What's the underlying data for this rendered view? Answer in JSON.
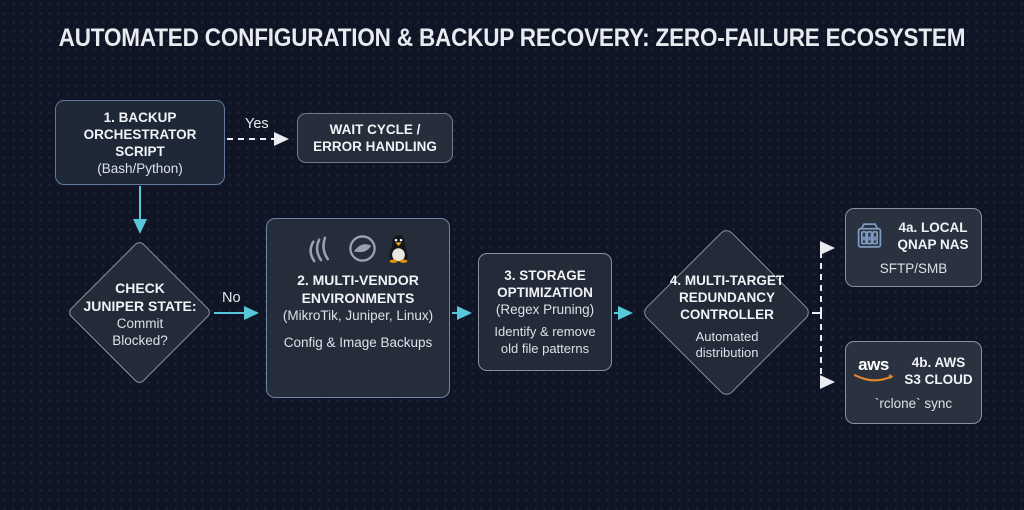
{
  "title": "AUTOMATED CONFIGURATION & BACKUP RECOVERY: ZERO-FAILURE ECOSYSTEM",
  "edges": {
    "yes": "Yes",
    "no": "No"
  },
  "nodes": {
    "orchestrator": {
      "heading": "1. BACKUP ORCHESTRATOR SCRIPT",
      "sub": "(Bash/Python)"
    },
    "wait": {
      "heading": "WAIT CYCLE / ERROR HANDLING"
    },
    "check": {
      "heading_lines": [
        "CHECK",
        "JUNIPER STATE:"
      ],
      "sub_lines": [
        "Commit",
        "Blocked?"
      ]
    },
    "multivendor": {
      "heading": "2. MULTI-VENDOR ENVIRONMENTS",
      "sub": "(MikroTik, Juniper, Linux)",
      "note": "Config & Image Backups",
      "icons": [
        "mikrotik-icon",
        "juniper-icon",
        "linux-tux-icon"
      ]
    },
    "storage": {
      "heading": "3. STORAGE OPTIMIZATION",
      "sub": "(Regex Pruning)",
      "note": "Identify & remove old file patterns"
    },
    "controller": {
      "heading_lines": [
        "4. MULTI-TARGET",
        "REDUNDANCY",
        "CONTROLLER"
      ],
      "sub_lines": [
        "Automated",
        "distribution"
      ]
    },
    "nas": {
      "heading": "4a. LOCAL QNAP NAS",
      "sub": "SFTP/SMB",
      "icon": "qnap-nas-icon"
    },
    "aws": {
      "heading": "4b. AWS S3 CLOUD",
      "sub": "`rclone` sync",
      "icon": "aws-logo",
      "logo_text": "aws"
    }
  },
  "colors": {
    "background": "#0f1524",
    "accent_teal": "#57c7d9",
    "arrow_white": "#e9ecf1",
    "node_border_blue": "#64799c",
    "node_border_gray": "#8b929c",
    "node_fill": "#232b39",
    "heading_text": "#f1f3f7",
    "secondary_text": "#dce0e7",
    "icon_gray": "#9aa2ad",
    "nas_icon_blue": "#7e9cc4",
    "aws_orange": "#e8872b",
    "tux_yellow": "#f2a71d"
  }
}
